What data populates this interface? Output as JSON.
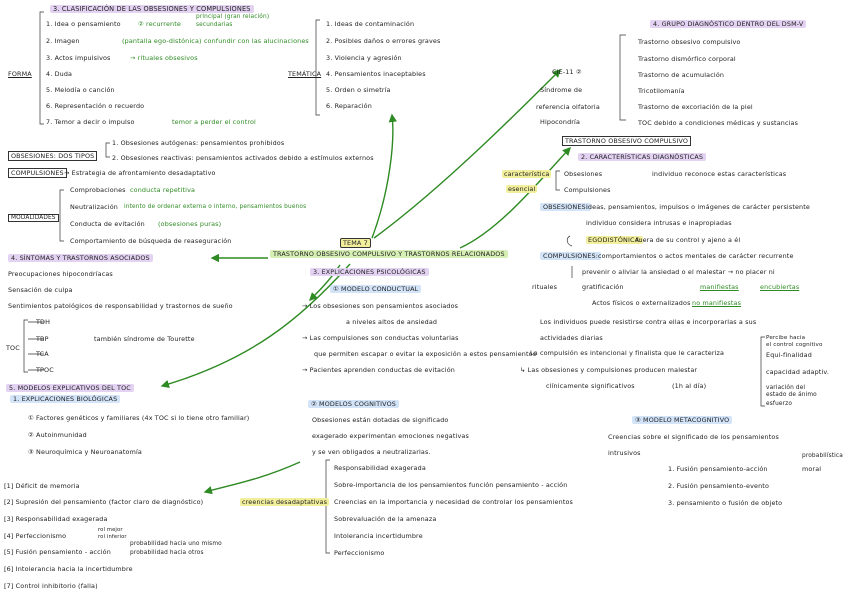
{
  "center": {
    "title": "TEMA 7",
    "subtitle": "TRASTORNO OBSESIVO COMPULSIVO Y TRASTORNOS RELACIONADOS"
  },
  "classification": {
    "title": "3. CLASIFICACIÓN DE LAS OBSESIONES Y COMPULSIONES",
    "forma_label": "FORMA",
    "forma_items": [
      "1. Idea o pensamiento",
      "2. Imagen",
      "3. Actos impulsivos",
      "4. Duda",
      "5. Melodía o canción",
      "6. Representación o recuerdo",
      "7. Temor a decir o impulso"
    ],
    "forma_notes": {
      "idea": "② recurrente",
      "idea_b": "principal (gran relación)",
      "idea_c": "secundarias",
      "imagen": "(pantalla ego-distónica) confundir con las alucinaciones",
      "actos": "→ rituales obsesivos",
      "temor": "temor a perder el control"
    },
    "tematica_label": "TEMÁTICA",
    "tematica_items": [
      "1. Ideas de contaminación",
      "2. Posibles daños o errores graves",
      "3. Violencia y agresión",
      "4. Pensamientos inaceptables",
      "5. Orden o simetría",
      "6. Reparación"
    ]
  },
  "obsesiones_tipos": {
    "label": "OBSESIONES: DOS TIPOS",
    "items": [
      "1. Obsesiones autógenas: pensamientos prohibidos",
      "2. Obsesiones reactivas: pensamientos activados debido a estímulos externos"
    ]
  },
  "compulsiones_def": {
    "label": "COMPULSIONES",
    "text": "→ Estrategia de afrontamiento desadaptativo"
  },
  "modalidades": {
    "label": "MODALIDADES",
    "items": [
      {
        "text": "Comprobaciones",
        "note": "conducta repetitiva"
      },
      {
        "text": "Neutralización",
        "note": "intento de ordenar externa o interno, pensamientos buenos"
      },
      {
        "text": "Conducta de evitación",
        "note": "(obsesiones puras)"
      },
      {
        "text": "Comportamiento de búsqueda de reaseguración",
        "note": ""
      }
    ]
  },
  "dsm": {
    "title": "4. GRUPO DIAGNÓSTICO DENTRO DEL DSM-V",
    "left": [
      "CIE-11 ②",
      "Síndrome de",
      "referencia olfatoria",
      "Hipocondría"
    ],
    "items": [
      "Trastorno obsesivo compulsivo",
      "Trastorno dismórfico corporal",
      "Trastorno de acumulación",
      "Tricotilomanía",
      "Trastorno de excoriación de la piel",
      "TOC debido a condiciones médicas y sustancias"
    ]
  },
  "toc": {
    "title": "TRASTORNO OBSESIVO COMPULSIVO",
    "crit_title": "2. CARACTERÍSTICAS DIAGNÓSTICAS",
    "crit_label_a": "característica",
    "crit_label_b": "esencial",
    "crit_items": [
      "Obsesiones",
      "Compulsiones"
    ],
    "crit_note": "individuo reconoce estas características",
    "obs_label": "OBSESIONES:",
    "obs_text": "ideas, pensamientos, impulsos o imágenes de carácter persistente",
    "obs_text2": "individuo considera intrusas e inapropiadas",
    "egodistonica_label": "EGODISTÓNICA:",
    "egodistonica_text": "fuera de su control y ajeno a él",
    "comp_label": "COMPULSIONES:",
    "comp_text": "comportamientos o actos mentales de carácter recurrente",
    "comp_text2": "prevenir o aliviar la ansiedad o el malestar → no placer ni",
    "comp_text3": "gratificación",
    "rituales": "rituales",
    "manifiestas": "manifiestas",
    "encubiertas": "encubiertas",
    "no_manif": "no manifiestas",
    "actos": "Actos físicos o externalizados",
    "resistir": "Los individuos puede resistirse contra ellas e incorporarlas a sus",
    "resistir2": "actividades diarias",
    "intencional": "La compulsión es intencional y finalista que le caracteriza",
    "sig1": "↳ Las obsesiones y compulsiones producen malestar",
    "sig2": "clínicamente significativos",
    "sig3": "(1h al día)"
  },
  "explic_psico": {
    "title": "3. EXPLICACIONES PSICOLÓGICAS",
    "conductual_title": "① MODELO CONDUCTUAL",
    "conductual_items": [
      "→ Los obsesiones son pensamientos asociados",
      "a niveles altos de ansiedad",
      "→ Las compulsiones son conductas voluntarias",
      "que permiten escapar o evitar la exposición a estos pensamientos",
      "→ Pacientes aprenden conductas de evitación"
    ],
    "cognitivo_title": "② MODELOS COGNITIVOS",
    "cognitivo_text": [
      "Obsesiones están dotadas de significado",
      "exagerado experimentan emociones negativas",
      "y se ven obligados a neutralizarlas."
    ],
    "cognitivo_items": [
      "Responsabilidad exagerada",
      "Sobre-importancia de los pensamientos función pensamiento - acción",
      "Creencias en la importancia y necesidad de controlar los pensamientos",
      "Sobrevaluación de la amenaza",
      "Intolerancia incertidumbre",
      "Perfeccionismo"
    ],
    "meta_title": "③ MODELO METACOGNITIVO",
    "meta_text": [
      "Creencias sobre el significado de los pensamientos",
      "intrusivos"
    ],
    "meta_items": [
      "1. Fusión pensamiento-acción",
      "2. Fusión pensamiento-evento",
      "3. pensamiento o fusión de objeto"
    ],
    "meta_side": [
      "probabilística",
      "moral"
    ]
  },
  "sintomas": {
    "title": "4. SÍNTOMAS Y TRASTORNOS ASOCIADOS",
    "items": [
      "Preocupaciones hipocondríacas",
      "Sensación de culpa",
      "Sentimientos patológicos de responsabilidad y trastornos de sueño"
    ],
    "toc_label": "TOC",
    "tdah": "TDH",
    "tbp": "TBP",
    "tca": "TCA",
    "tpoc": "TPOC",
    "tourette": "también síndrome de Tourette"
  },
  "modelos": {
    "title": "5. MODELOS EXPLICATIVOS DEL TOC",
    "bio_title": "1. EXPLICACIONES BIOLÓGICAS",
    "bio_items": [
      "① Factores genéticos y familiares (4x TOC si lo tiene otro familiar)",
      "② Autoinmunidad",
      "③ Neuroquímica y Neuroanatomía"
    ]
  },
  "creencias": {
    "label": "creencias desadaptativas",
    "items": [
      "[1] Déficit de memoria",
      "[2] Supresión del pensamiento (factor claro de diagnóstico)",
      "[3] Responsabilidad exagerada",
      "[4] Perfeccionismo",
      "[5] Fusión pensamiento - acción",
      "[6] Intolerancia hacia la incertidumbre",
      "[7] Control inhibitorio (falla)"
    ],
    "fusion_note_a": "probabilidad hacia uno mismo",
    "fusion_note_b": "probabilidad hacia otros",
    "perf_note_a": "rol mejor",
    "perf_note_b": "rol inferior",
    "right_side": [
      "Percibe hacia",
      "el control cognitivo",
      "Equi-finalidad",
      "capacidad adaptiv.",
      "variación del",
      "estado de ánimo",
      "esfuerzo"
    ]
  },
  "colors": {
    "green": "#2e8a23",
    "purple": "#e3d2f2",
    "blue": "#d3e3f8",
    "lightgreen": "#d6efb4",
    "yellow": "#f2ef9c"
  }
}
